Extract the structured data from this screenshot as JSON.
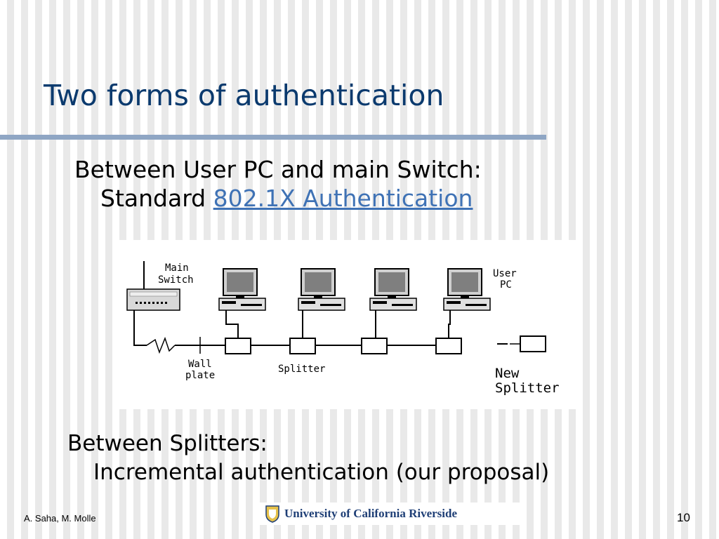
{
  "slide": {
    "title": "Two forms of authentication",
    "line1": "Between User PC and main Switch:",
    "line2_prefix": "Standard",
    "line2_link": "802.1X Authentication",
    "line3": "Between Splitters:",
    "line4": "Incremental authentication (our proposal)"
  },
  "diagram": {
    "main_switch_label": [
      "Main",
      "Switch"
    ],
    "user_pc_label": [
      "User",
      "PC"
    ],
    "wall_plate_label": [
      "Wall",
      "plate"
    ],
    "splitter_label": "Splitter",
    "new_splitter_label": [
      "New",
      "Splitter"
    ]
  },
  "footer": {
    "author": "A. Saha, M. Molle",
    "logo_text": "University of California Riverside",
    "page_number": "10"
  },
  "colors": {
    "title": "#0b3a6e",
    "rule": "#8fa6c4",
    "link": "#3f72b5",
    "logo_text": "#1f3f76"
  }
}
